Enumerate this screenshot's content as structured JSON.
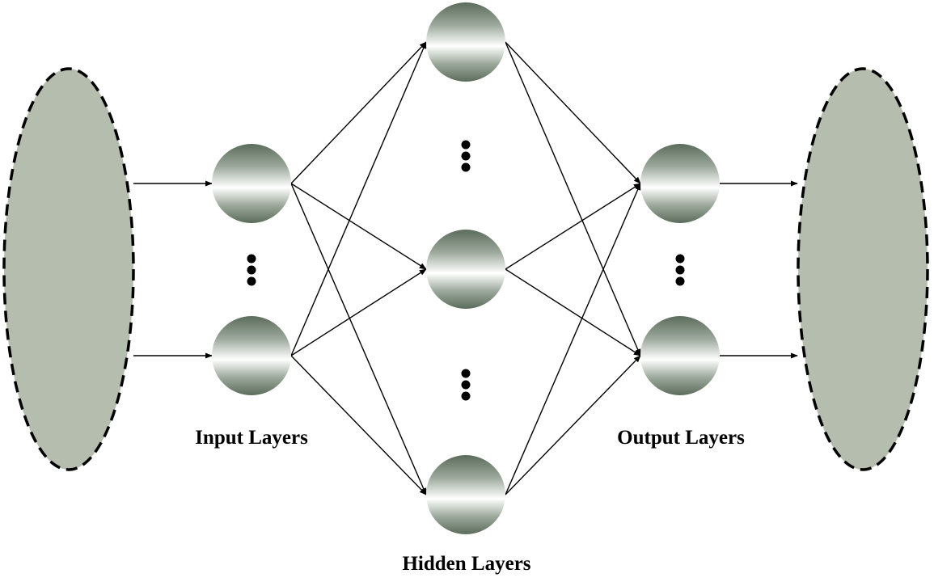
{
  "labels": {
    "input": "Input Layers",
    "hidden": "Hidden Layers",
    "output": "Output Layers"
  },
  "colors": {
    "blob_fill": "#b5bdaf",
    "node_dark": "#5f6f5f",
    "node_light": "#ffffff",
    "edge": "#000000"
  },
  "structure": {
    "input_nodes": [
      "input-top",
      "input-bottom"
    ],
    "hidden_nodes": [
      "hidden-top",
      "hidden-middle",
      "hidden-bottom"
    ],
    "output_nodes": [
      "output-top",
      "output-bottom"
    ],
    "ellipsis_groups": [
      "input-ellipsis",
      "hidden-ellipsis-upper",
      "hidden-ellipsis-lower",
      "output-ellipsis"
    ]
  }
}
